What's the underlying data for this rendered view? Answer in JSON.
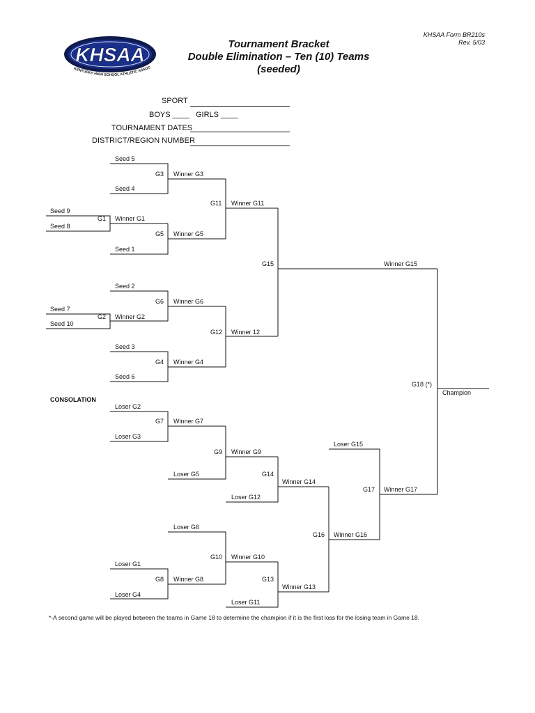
{
  "header": {
    "logo_text": "KHSAA",
    "logo_subtext": "KENTUCKY HIGH SCHOOL ATHLETIC ASSOCIATION",
    "title_line1": "Tournament Bracket",
    "title_line2": "Double Elimination – Ten (10) Teams",
    "title_line3": "(seeded)",
    "form_id": "KHSAA Form BR210s",
    "revision": "Rev. 5/03"
  },
  "form": {
    "sport_label": "SPORT",
    "boys_label": "BOYS ____",
    "girls_label": "GIRLS ____",
    "dates_label": "TOURNAMENT DATES",
    "district_label": "DISTRICT/REGION NUMBER"
  },
  "bracket": {
    "main": {
      "seed5": "Seed 5",
      "g3": "G3",
      "winner_g3": "Winner G3",
      "seed4": "Seed 4",
      "g11": "G11",
      "winner_g11": "Winner G11",
      "seed9": "Seed 9",
      "g1": "G1",
      "winner_g1": "Winner G1",
      "seed8": "Seed 8",
      "g5": "G5",
      "winner_g5": "Winner G5",
      "seed1": "Seed 1",
      "g15": "G15",
      "winner_g15": "Winner G15",
      "seed2": "Seed 2",
      "g6": "G6",
      "winner_g6": "Winner G6",
      "seed7": "Seed 7",
      "g2": "G2",
      "winner_g2": "Winner G2",
      "seed10": "Seed 10",
      "g12": "G12",
      "winner_12": "Winner 12",
      "seed3": "Seed 3",
      "g4": "G4",
      "winner_g4": "Winner G4",
      "seed6": "Seed 6",
      "g18": "G18  (*)",
      "champion": "Champion"
    },
    "consolation": {
      "label": "CONSOLATION",
      "loser_g2": "Loser G2",
      "g7": "G7",
      "winner_g7": "Winner G7",
      "loser_g3": "Loser G3",
      "g9": "G9",
      "winner_g9": "Winner G9",
      "loser_g5": "Loser G5",
      "g14": "G14",
      "winner_g14": "Winner G14",
      "loser_g12": "Loser G12",
      "loser_g15": "Loser G15",
      "g17": "G17",
      "winner_g17": "Winner G17",
      "loser_g6": "Loser G6",
      "g16": "G16",
      "winner_g16": "Winner G16",
      "g10": "G10",
      "winner_g10": "Winner G10",
      "loser_g1": "Loser G1",
      "g8": "G8",
      "winner_g8": "Winner G8",
      "loser_g4": "Loser G4",
      "g13": "G13",
      "winner_g13": "Winner G13",
      "loser_g11": "Loser G11"
    }
  },
  "footnote": "*-A second game will be played between the teams in Game 18 to determine the champion if it is the first loss for the losing team in Game 18.",
  "colors": {
    "logo_blue": "#1a2f8a",
    "logo_ring": "#0f1a4d",
    "ink": "#111111"
  }
}
